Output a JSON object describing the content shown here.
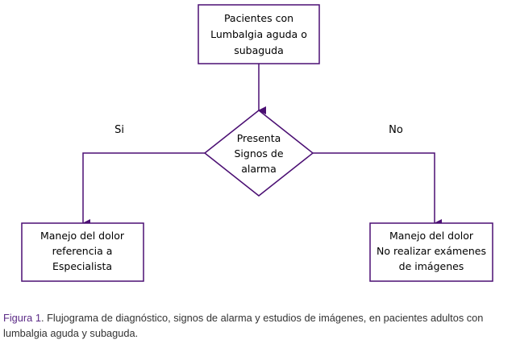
{
  "colors": {
    "stroke": "#4b0f73",
    "caption_lead": "#5b2a86",
    "caption_text": "#333333"
  },
  "nodes": {
    "start": {
      "lines": [
        "Pacientes con",
        "Lumbalgia aguda o",
        "subaguda"
      ]
    },
    "decision": {
      "lines": [
        "Presenta",
        "Signos de",
        "alarma"
      ]
    },
    "left": {
      "lines": [
        "Manejo del dolor",
        "referencia a",
        "Especialista"
      ]
    },
    "right": {
      "lines": [
        "Manejo del dolor",
        "No realizar exámenes",
        "de imágenes"
      ]
    }
  },
  "edges": {
    "yes_label": "Si",
    "no_label": "No"
  },
  "caption": {
    "lead": "Figura 1",
    "text": ". Flujograma de diagnóstico, signos de alarma y estudios de imágenes, en pacientes adultos con lumbalgia aguda y subaguda."
  }
}
